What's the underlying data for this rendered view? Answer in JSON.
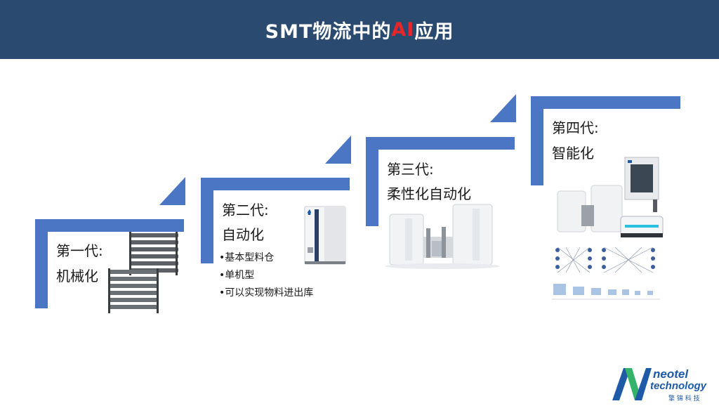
{
  "slide": {
    "title_prefix": "SMT物流中的",
    "title_accent": "AI",
    "title_suffix": "应用",
    "accent_color": "#e8262a",
    "header_color": "#2b4a6f",
    "stair_color": "#4a76c4"
  },
  "steps": [
    {
      "heading": "第一代:",
      "subtitle": "机械化",
      "image": "mechanical-reel-rack-image",
      "bullets": []
    },
    {
      "heading": "第二代:",
      "subtitle": "自动化",
      "image": "smart-storage-tower-image",
      "bullets": [
        "•基本型料仓",
        "•单机型",
        "•可以实现物料进出库"
      ]
    },
    {
      "heading": "第三代:",
      "subtitle": "柔性化自动化",
      "image": "flexible-storage-system-image",
      "bullets": []
    },
    {
      "heading": "第四代:",
      "subtitle": "智能化",
      "image": "agv-neural-network-image",
      "bullets": []
    }
  ],
  "logo": {
    "line1": "neotel",
    "line2": "technology",
    "line3": "擎 锦 科 技",
    "brand_color": "#1e5aa8",
    "accent_color": "#35b36b"
  }
}
